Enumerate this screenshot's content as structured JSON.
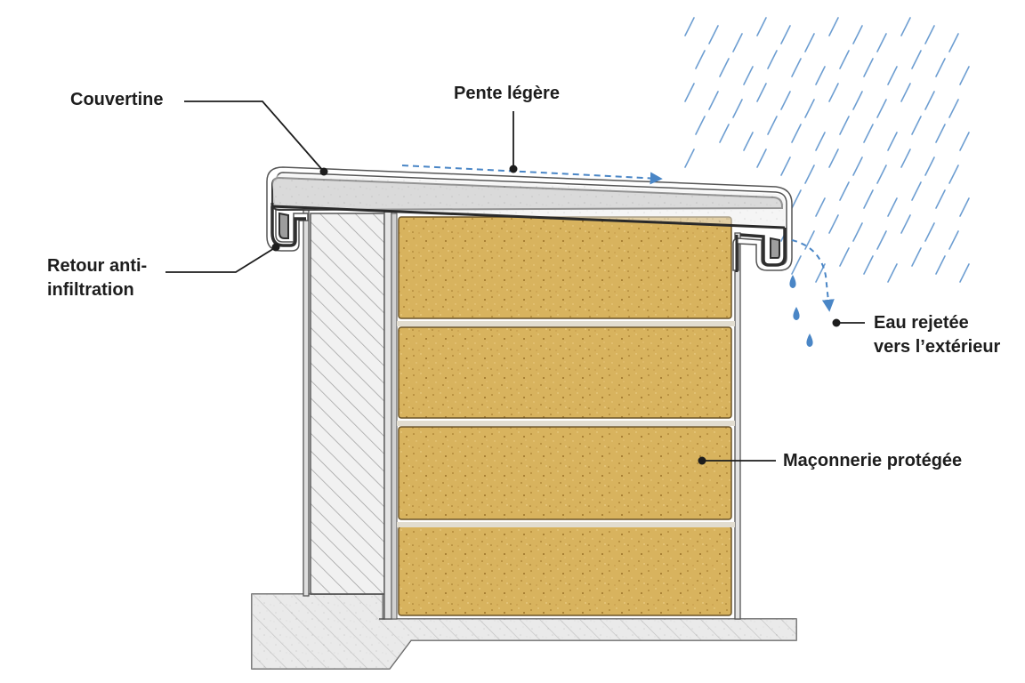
{
  "labels": {
    "couvertine": "Couvertine",
    "pente": "Pente légère",
    "retour_line1": "Retour anti-",
    "retour_line2": "infiltration",
    "eau_line1": "Eau rejetée",
    "eau_line2": "vers l’extérieur",
    "maconnerie": "Maçonnerie protégée"
  },
  "colors": {
    "rain": "#4a86c6",
    "coping": "#cfcfcf",
    "block": "#d8b35e",
    "leader": "#1d1d1d"
  }
}
